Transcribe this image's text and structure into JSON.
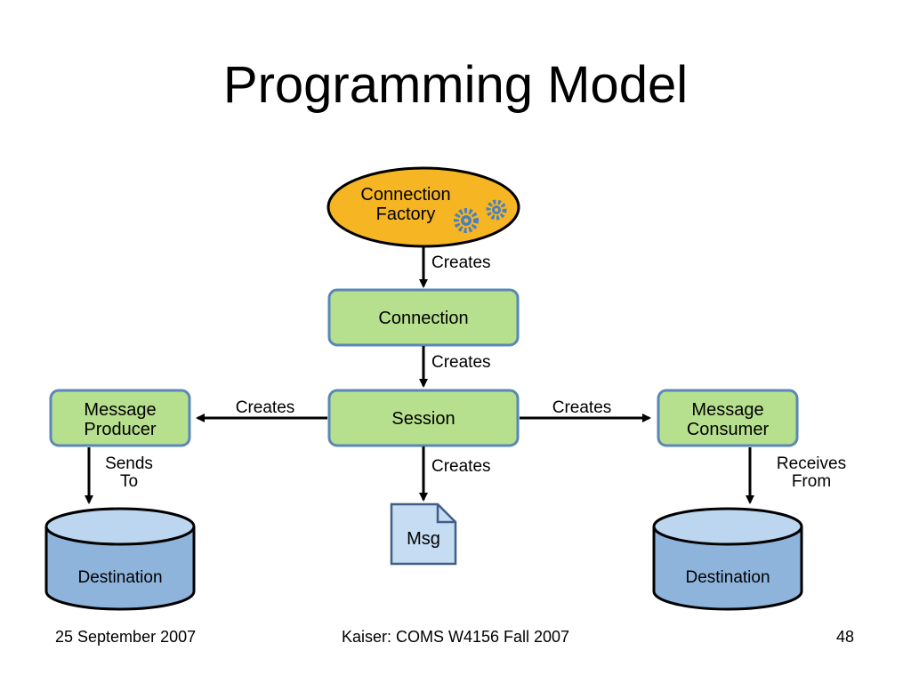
{
  "slide": {
    "title": "Programming Model"
  },
  "diagram": {
    "nodes": {
      "connection_factory": {
        "line1": "Connection",
        "line2": "Factory",
        "icon": "gears-icon"
      },
      "connection": {
        "label": "Connection"
      },
      "session": {
        "label": "Session"
      },
      "message_producer": {
        "line1": "Message",
        "line2": "Producer"
      },
      "message_consumer": {
        "line1": "Message",
        "line2": "Consumer"
      },
      "msg": {
        "label": "Msg"
      },
      "destination_left": {
        "label": "Destination"
      },
      "destination_right": {
        "label": "Destination"
      }
    },
    "edges": {
      "factory_to_connection": "Creates",
      "connection_to_session": "Creates",
      "session_to_producer": "Creates",
      "session_to_consumer": "Creates",
      "session_to_msg": "Creates",
      "producer_to_destination": {
        "line1": "Sends",
        "line2": "To"
      },
      "consumer_to_destination": {
        "line1": "Receives",
        "line2": "From"
      }
    },
    "colors": {
      "factory_fill": "#f6b623",
      "box_fill": "#b7e08e",
      "box_stroke": "#5a87b8",
      "cylinder_body": "#8fb4dc",
      "cylinder_top": "#bcd6f0",
      "msg_fill": "#c5dcf2",
      "gear": "#4a7fc0"
    }
  },
  "footer": {
    "date": "25 September 2007",
    "course": "Kaiser: COMS W4156 Fall 2007",
    "page": "48"
  }
}
